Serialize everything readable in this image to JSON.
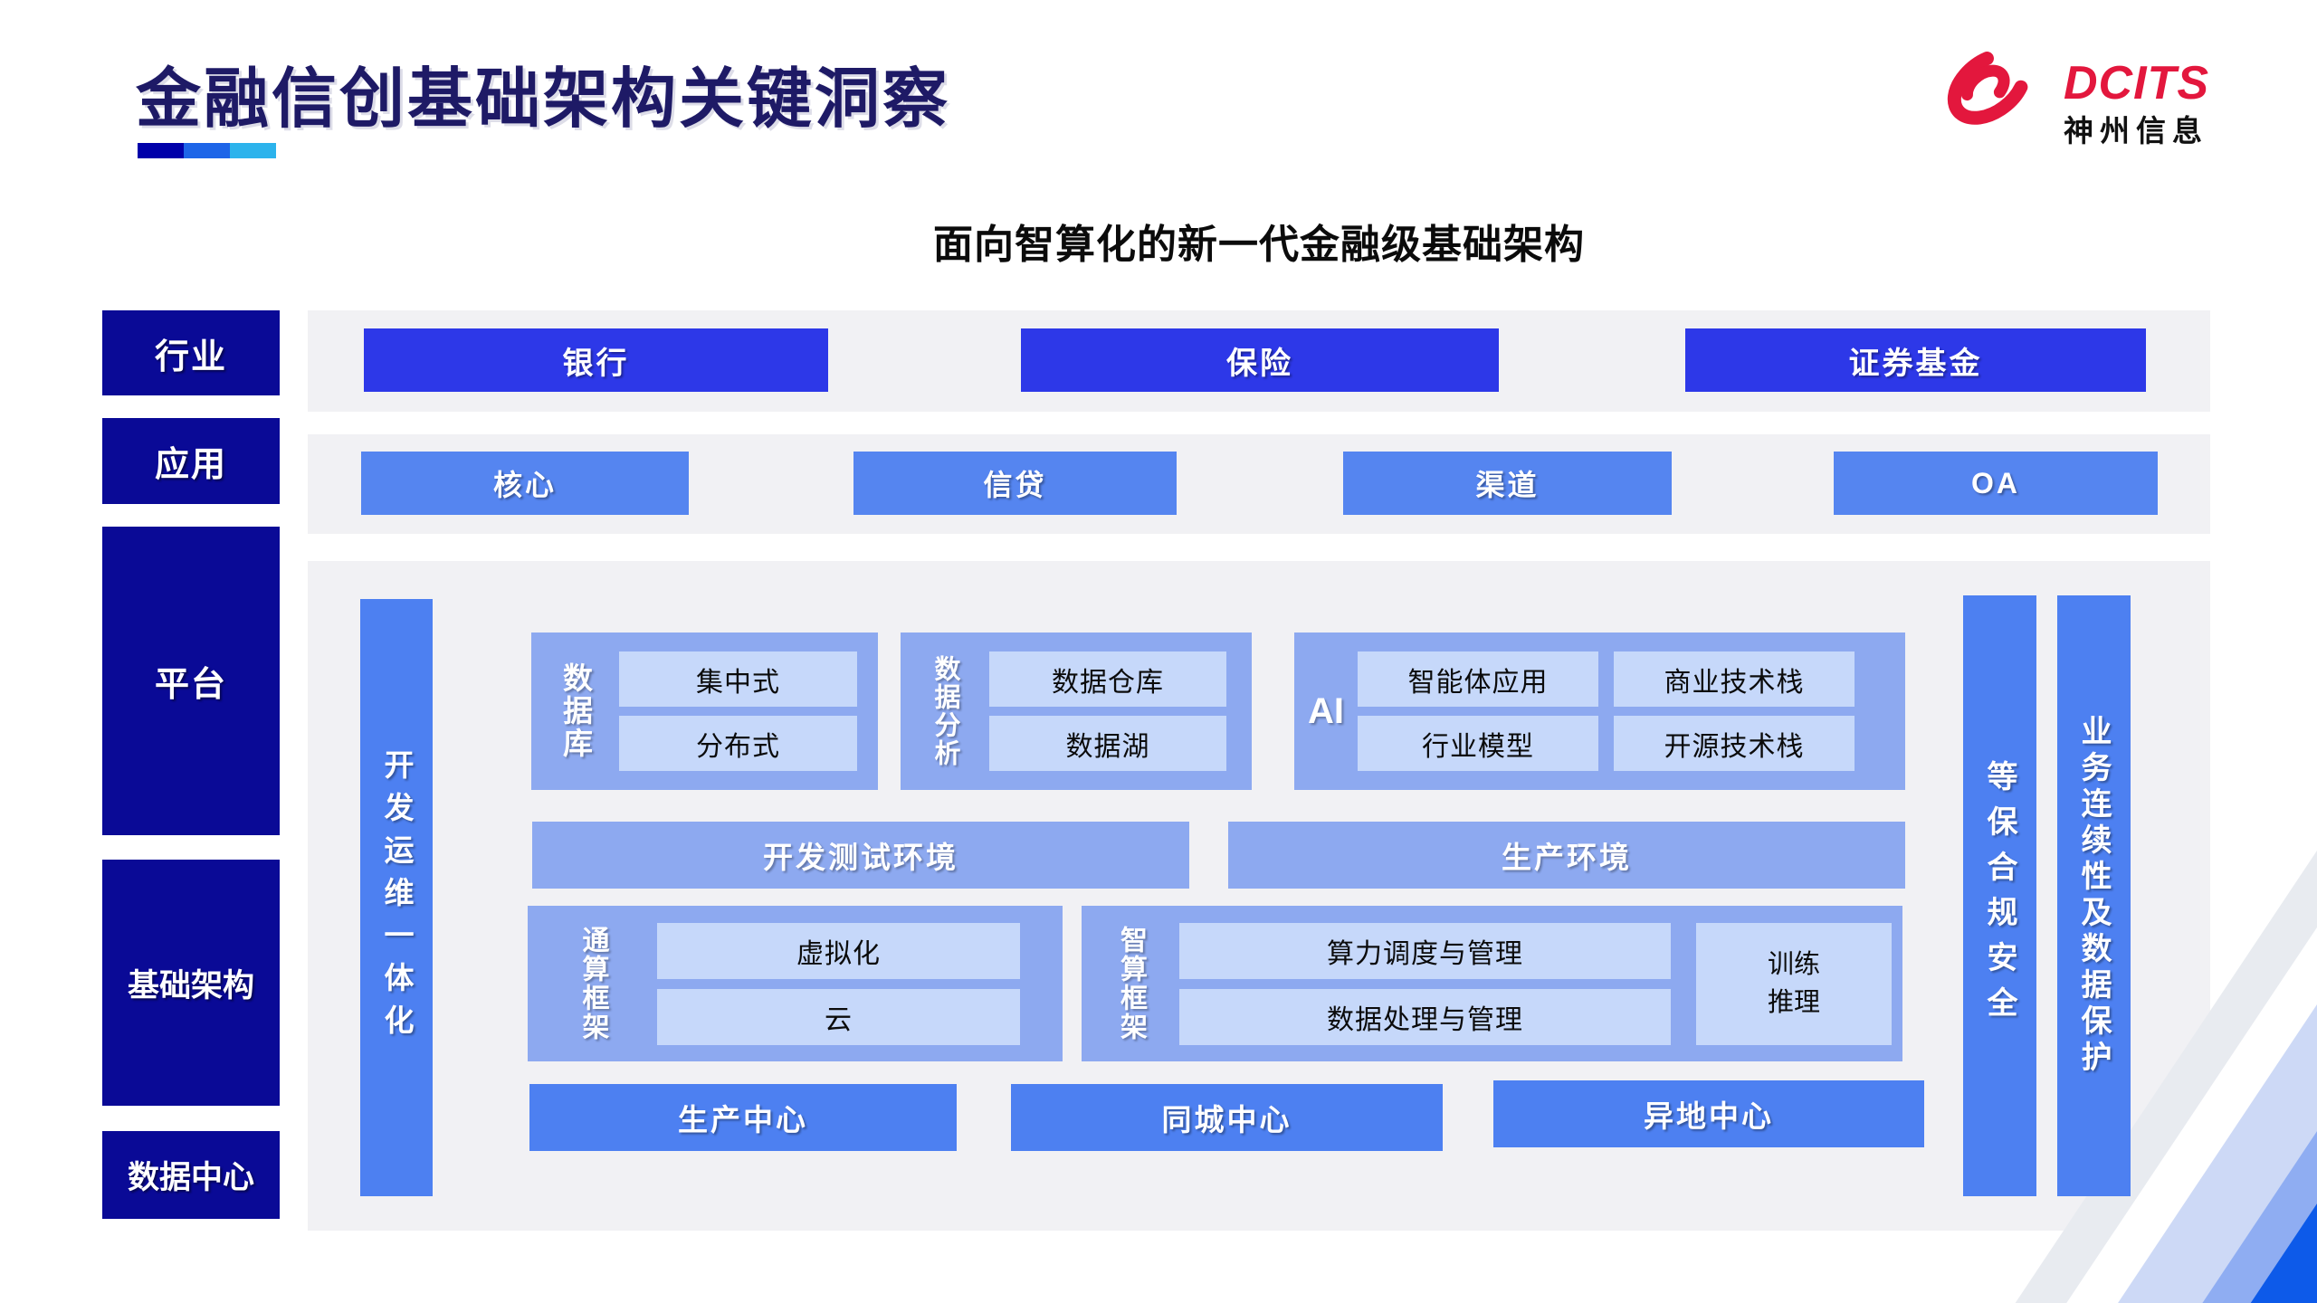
{
  "slide": {
    "title": "金融信创基础架构关键洞察",
    "subtitle": "面向智算化的新一代金融级基础架构"
  },
  "logo": {
    "brand": "DCITS",
    "company": "神州信息"
  },
  "sidebar": {
    "items": [
      {
        "label": "行业"
      },
      {
        "label": "应用"
      },
      {
        "label": "平台"
      },
      {
        "label": "基础架构"
      },
      {
        "label": "数据中心"
      }
    ]
  },
  "industry_row": {
    "items": [
      {
        "label": "银行"
      },
      {
        "label": "保险"
      },
      {
        "label": "证券基金"
      }
    ]
  },
  "application_row": {
    "items": [
      {
        "label": "核心"
      },
      {
        "label": "信贷"
      },
      {
        "label": "渠道"
      },
      {
        "label": "OA"
      }
    ]
  },
  "platform": {
    "devops_bar": "开发运维一体化",
    "database_group": {
      "heading": "数据库",
      "items": [
        {
          "label": "集中式"
        },
        {
          "label": "分布式"
        }
      ]
    },
    "analytics_group": {
      "heading": "数据分析",
      "items": [
        {
          "label": "数据仓库"
        },
        {
          "label": "数据湖"
        }
      ]
    },
    "ai_group": {
      "heading": "AI",
      "items": [
        {
          "label": "智能体应用"
        },
        {
          "label": "商业技术栈"
        },
        {
          "label": "行业模型"
        },
        {
          "label": "开源技术栈"
        }
      ]
    },
    "env_bars": [
      {
        "label": "开发测试环境"
      },
      {
        "label": "生产环境"
      }
    ],
    "general_compute_group": {
      "heading": "通算框架",
      "items": [
        {
          "label": "虚拟化"
        },
        {
          "label": "云"
        }
      ]
    },
    "ai_compute_group": {
      "heading": "智算框架",
      "items": [
        {
          "label": "算力调度与管理"
        },
        {
          "label": "数据处理与管理"
        }
      ],
      "side_box": {
        "line1": "训练",
        "line2": "推理"
      }
    },
    "centers": [
      {
        "label": "生产中心"
      },
      {
        "label": "同城中心"
      },
      {
        "label": "异地中心"
      }
    ],
    "security_bars": [
      {
        "label": "等保合规安全"
      },
      {
        "label": "业务连续性及数据保护"
      }
    ]
  },
  "colors": {
    "sidebar_box": "#0a0a96",
    "industry_button": "#2d38e8",
    "application_button": "#5585f0",
    "strong_bar": "#4d80f1",
    "group_box": "#8da9f0",
    "inner_chip": "#c6d8fa",
    "gray_panel": "#f1f1f4",
    "brand_red": "#e3173d",
    "title_navy": "#1e1a66",
    "underline_segments": [
      "#0000aa",
      "#1d65e8",
      "#2cb3ec"
    ],
    "deco_stripes": [
      "#e8ebf0",
      "#ffffff",
      "#cdd9f6",
      "#8fadf2",
      "#0d5ae9"
    ]
  }
}
